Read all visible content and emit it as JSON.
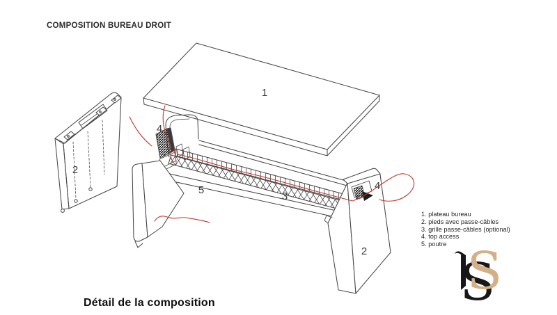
{
  "page": {
    "title": "COMPOSITION BUREAU DROIT",
    "caption": "Détail de la composition"
  },
  "diagram": {
    "type": "exploded-view-desk-assembly",
    "part_labels": {
      "desk_top": "1",
      "left_panel": "2",
      "right_leg": "2",
      "cable_tray": "3",
      "top_access_left": "4",
      "top_access_right": "4",
      "beam": "5"
    }
  },
  "legend": {
    "items": [
      "1. plateau bureau",
      "2. pieds avec passe-câbles",
      "3. grille passe-câbles (optional)",
      "4. top access",
      "5. poutre"
    ]
  },
  "logo": {
    "letter": "S"
  },
  "colors": {
    "line": "#474747",
    "accent_red": "#bf3a2e",
    "logo_tan": "#d4b088",
    "logo_black": "#171717",
    "text": "#222222"
  }
}
